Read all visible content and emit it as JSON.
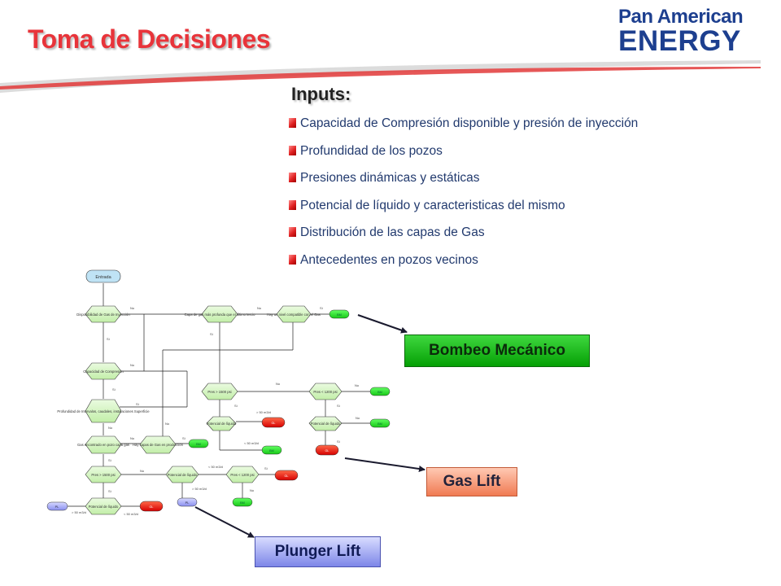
{
  "slide": {
    "title": "Toma de Decisiones",
    "logo": {
      "line1": "Pan American",
      "line2": "ENERGY"
    },
    "inputs_heading": "Inputs:",
    "inputs": [
      "Capacidad de Compresión disponible y presión de inyección",
      "Profundidad de los pozos",
      "Presiones dinámicas y estáticas",
      "Potencial de líquido y caracteristicas del mismo",
      "Distribución de las capas de Gas",
      "Antecedentes en pozos vecinos"
    ],
    "methods": {
      "bombeo": "Bombeo Mecánico",
      "gas_lift": "Gas Lift",
      "plunger_lift": "Plunger Lift"
    }
  },
  "flowchart": {
    "start": "Entrada",
    "nodes": {
      "d1": "Disponibilidad de Gas de Inyección",
      "d2": "Capacidad de Compresión",
      "d3": "Profundidad de Intervalos, caudales, instalaciones Superficie",
      "d4": "Gas encontrado en pozo capa gas",
      "d5": "Hay capas de Gas en producción",
      "d6": "Pres > 1500 psi",
      "d7": "Potencial de líquido",
      "d8": "Capa de gas más profunda que el último tercio",
      "d9": "Hay un nivel compatible con el Gas",
      "d10": "Pres > 1500 psi",
      "d11": "Potencial de líquido",
      "d12": "Pres < 1200 psi",
      "d13": "Pres < 1200 psi",
      "d14": "Potencial de líquido",
      "d15": "Potencial de líquido"
    },
    "labels": {
      "yes": "Sí",
      "no": "No",
      "lt": "< 50 m3/d",
      "gt": "> 50 m3/d"
    },
    "terminals": {
      "bm": "BM",
      "gl": "GL",
      "pl": "PL"
    }
  }
}
